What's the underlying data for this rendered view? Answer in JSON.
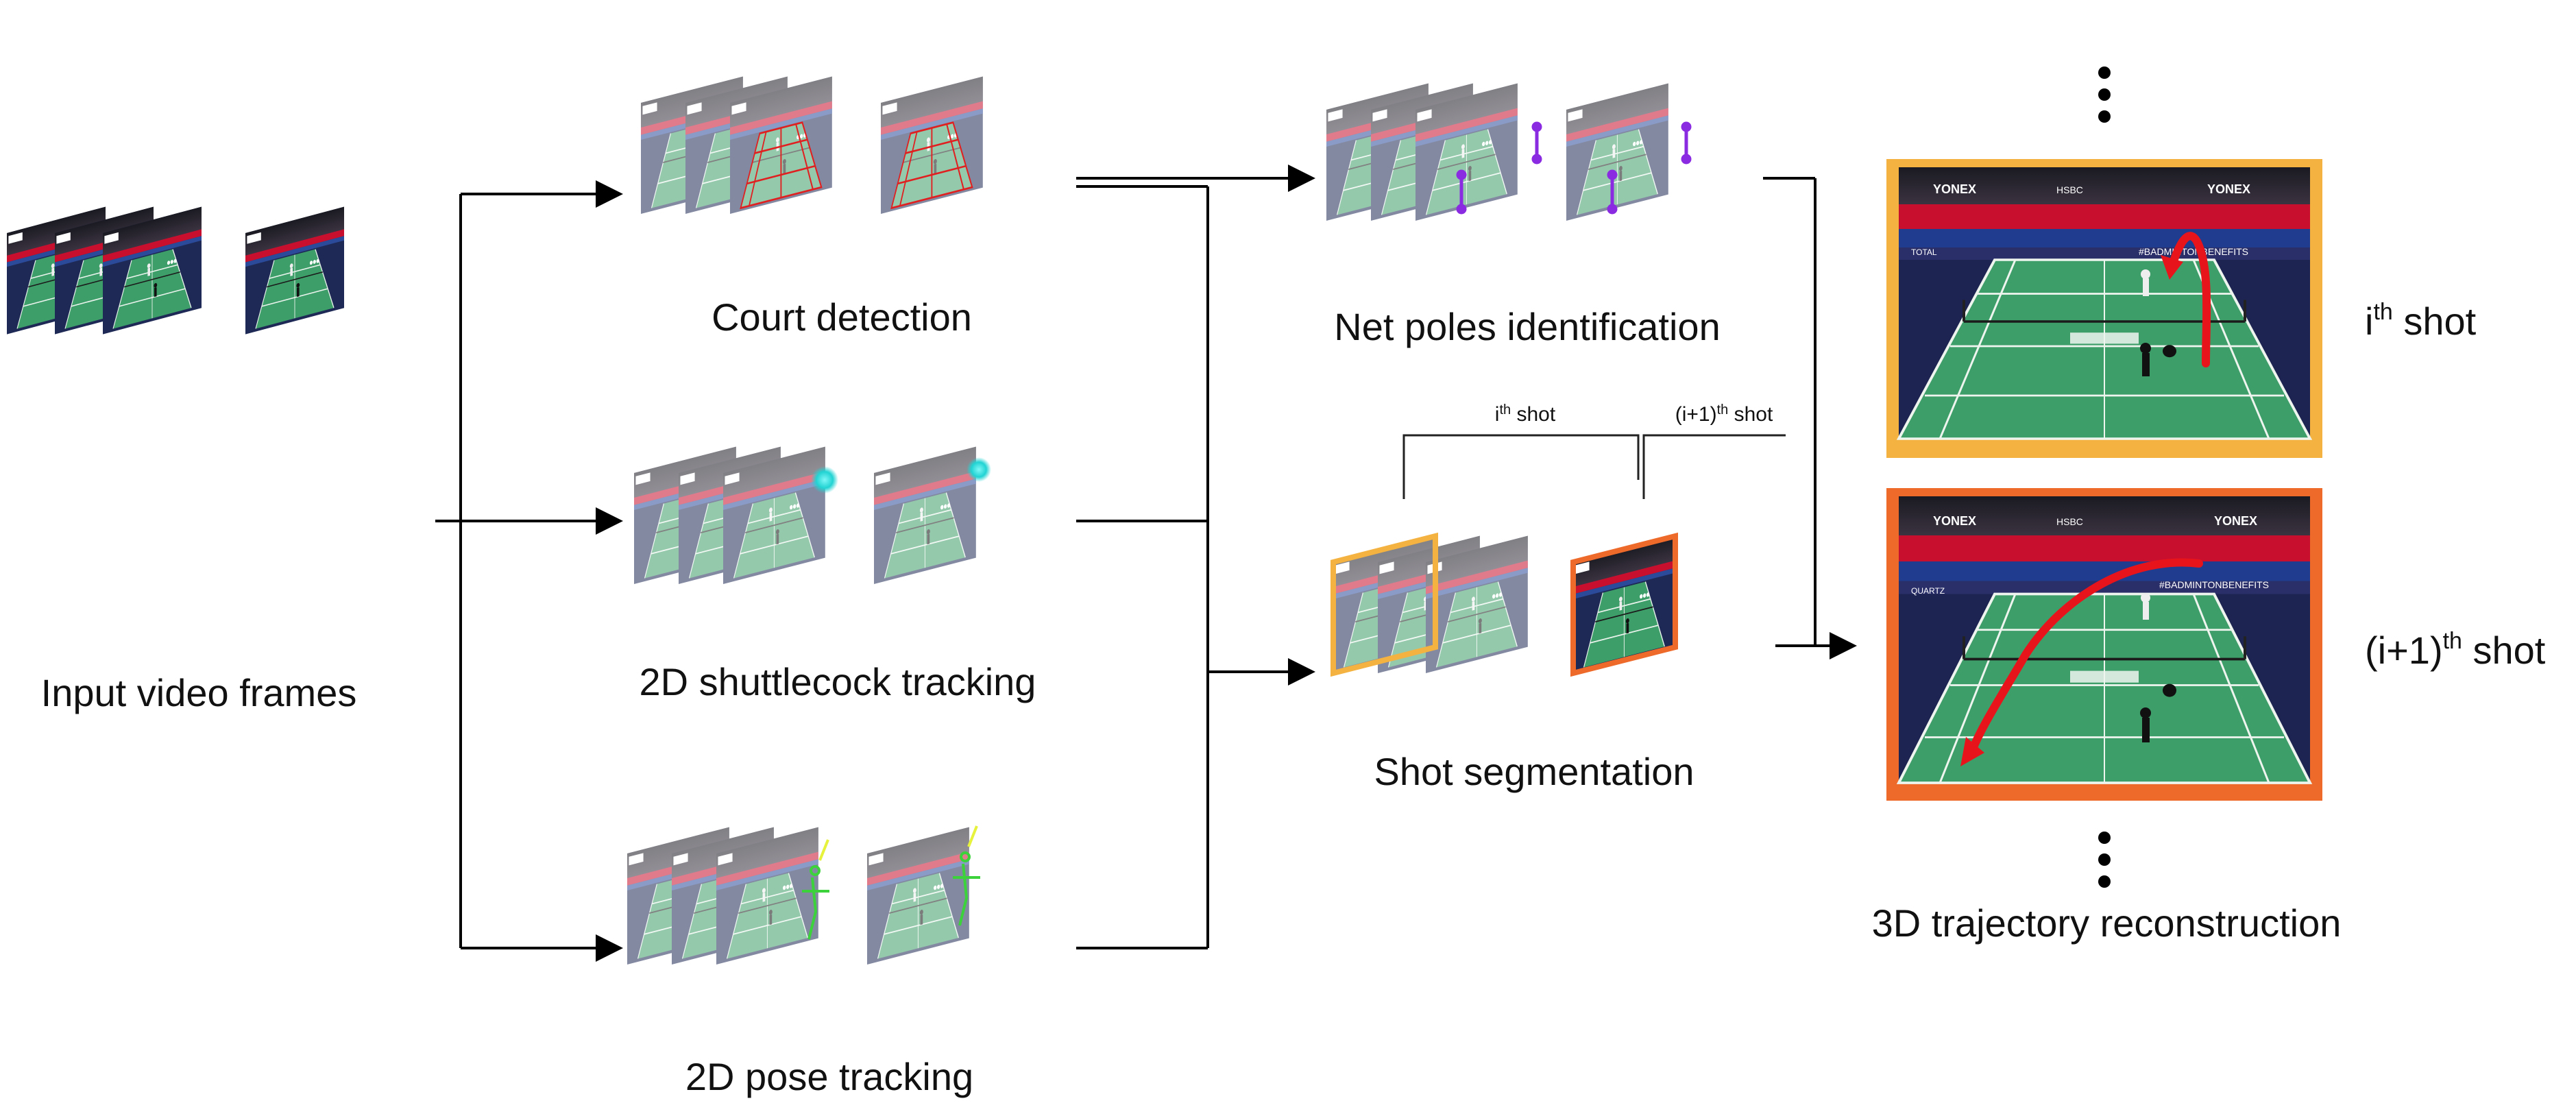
{
  "stages": {
    "input": {
      "label": "Input video frames"
    },
    "court": {
      "label": "Court detection"
    },
    "shuttle": {
      "label": "2D shuttlecock tracking"
    },
    "pose": {
      "label": "2D pose tracking"
    },
    "netpoles": {
      "label": "Net poles identification"
    },
    "segmentation": {
      "label": "Shot segmentation",
      "bracket_i": {
        "base": "i",
        "sup": "th",
        "rest": " shot"
      },
      "bracket_i1": {
        "base": "(i+1)",
        "sup": "th",
        "rest": " shot"
      }
    },
    "reconstruction": {
      "label": "3D trajectory reconstruction",
      "shot_i": {
        "base": "i",
        "sup": "th",
        "rest": " shot"
      },
      "shot_i1": {
        "base": "(i+1)",
        "sup": "th",
        "rest": " shot"
      }
    }
  },
  "broadcast_text": {
    "sponsor": "YONEX",
    "bank": "HSBC",
    "total": "TOTAL",
    "quartz": "QUARTZ",
    "banner": "#BADMINTONBENEFITS"
  },
  "colors": {
    "ith_frame": "#F4B240",
    "i1th_frame": "#EE6A2A",
    "court_lines": "#E02020",
    "shuttle_marker": "#22D3D3",
    "pose_skeleton": "#3BD23B",
    "net_pole": "#8A2BE2",
    "trajectory": "#E8141C",
    "court_green": "#3E9E6A",
    "ad_board": "#C8102E"
  },
  "icons": [
    "vertical-ellipsis-icon",
    "arrow-icon"
  ]
}
